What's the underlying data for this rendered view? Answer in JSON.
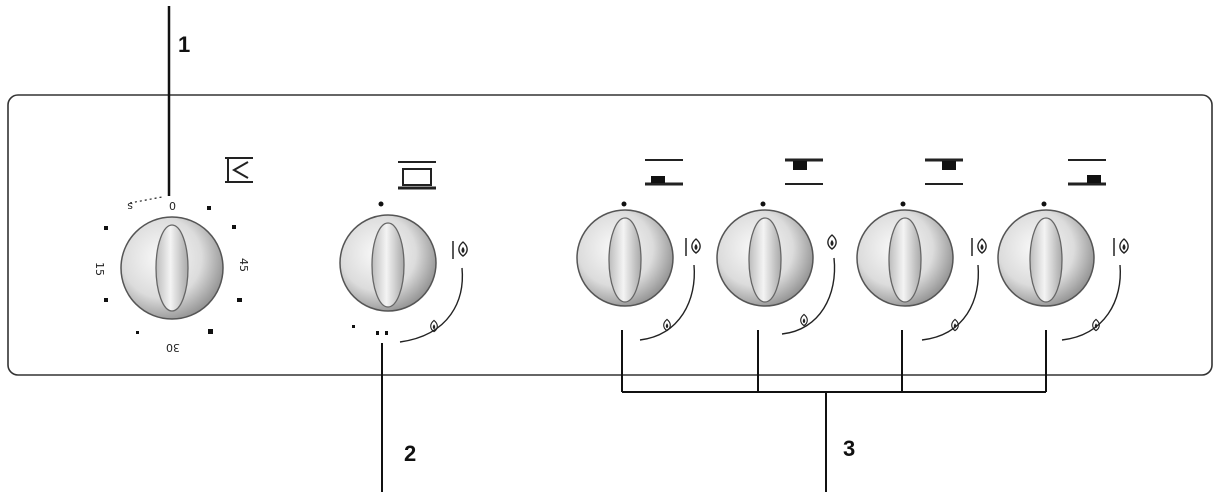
{
  "callouts": [
    {
      "label": "1"
    },
    {
      "label": "2"
    },
    {
      "label": "3"
    }
  ],
  "timer": {
    "symbol": "timer-bell-icon",
    "scale_labels": [
      "0",
      "15",
      "30",
      "45"
    ]
  },
  "oven": {
    "symbol": "oven-icon"
  },
  "burners": [
    {
      "symbol": "hotplate-front-left-icon"
    },
    {
      "symbol": "hotplate-rear-left-icon"
    },
    {
      "symbol": "hotplate-rear-right-icon"
    },
    {
      "symbol": "hotplate-front-right-icon"
    }
  ],
  "colors": {
    "outline": "#222222",
    "knob_face": "#e6e6e6",
    "knob_shadow": "#8a8a8a"
  }
}
